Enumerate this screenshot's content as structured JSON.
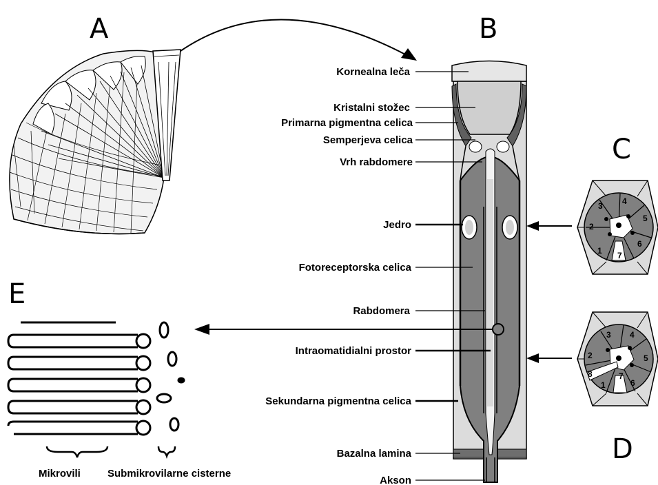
{
  "panels": {
    "a": "A",
    "b": "B",
    "c": "C",
    "d": "D",
    "e": "E"
  },
  "labels": {
    "kornealna_leca": "Kornealna leča",
    "kristalni_stozec": "Kristalni stožec",
    "primarna_pigmentna_celica": "Primarna pigmentna celica",
    "semperjeva_celica": "Semperjeva celica",
    "vrh_rabdomere": "Vrh rabdomere",
    "jedro": "Jedro",
    "fotoreceptorska_celica": "Fotoreceptorska celica",
    "rabdomera": "Rabdomera",
    "intraomatidialni_prostor": "Intraomatidialni prostor",
    "sekundarna_pigmentna_celica": "Sekundarna pigmentna celica",
    "bazalna_lamina": "Bazalna lamina",
    "akson": "Akson",
    "mikrovili": "Mikrovili",
    "submikrovilarne_cisterne": "Submikrovilarne cisterne"
  },
  "cross_section_c": {
    "cells": [
      "1",
      "2",
      "3",
      "4",
      "5",
      "6",
      "7"
    ]
  },
  "cross_section_d": {
    "cells": [
      "1",
      "2",
      "3",
      "4",
      "5",
      "6",
      "7",
      "8"
    ]
  },
  "colors": {
    "cell_gray": "#808080",
    "light_gray": "#d9d9d9",
    "outline": "#000000"
  }
}
